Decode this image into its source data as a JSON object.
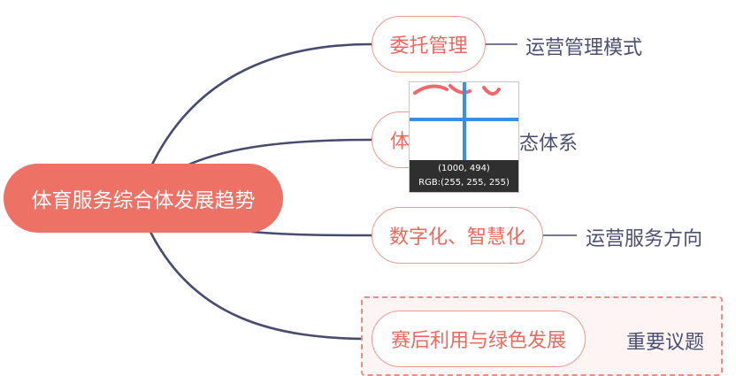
{
  "mindmap": {
    "root": "体育服务综合体发展趋势",
    "branches": [
      {
        "label": "委托管理",
        "note": "运营管理模式"
      },
      {
        "label": "体",
        "note": "态体系"
      },
      {
        "label": "数字化、智慧化",
        "note": "运营服务方向"
      },
      {
        "label": "赛后利用与绿色发展",
        "note": "重要议题"
      }
    ],
    "colors": {
      "root_fill": "#ee7165",
      "branch_text": "#e96a5f",
      "branch_border": "#ee9a93",
      "connector": "#474b6d",
      "leaf_text": "#4b4f72",
      "highlight_border": "#ee8d86"
    }
  },
  "color_picker": {
    "coordinates": "(1000, 494)",
    "rgb": "RGB:(255, 255, 255)",
    "crosshair_color": "#3a8ee6"
  }
}
